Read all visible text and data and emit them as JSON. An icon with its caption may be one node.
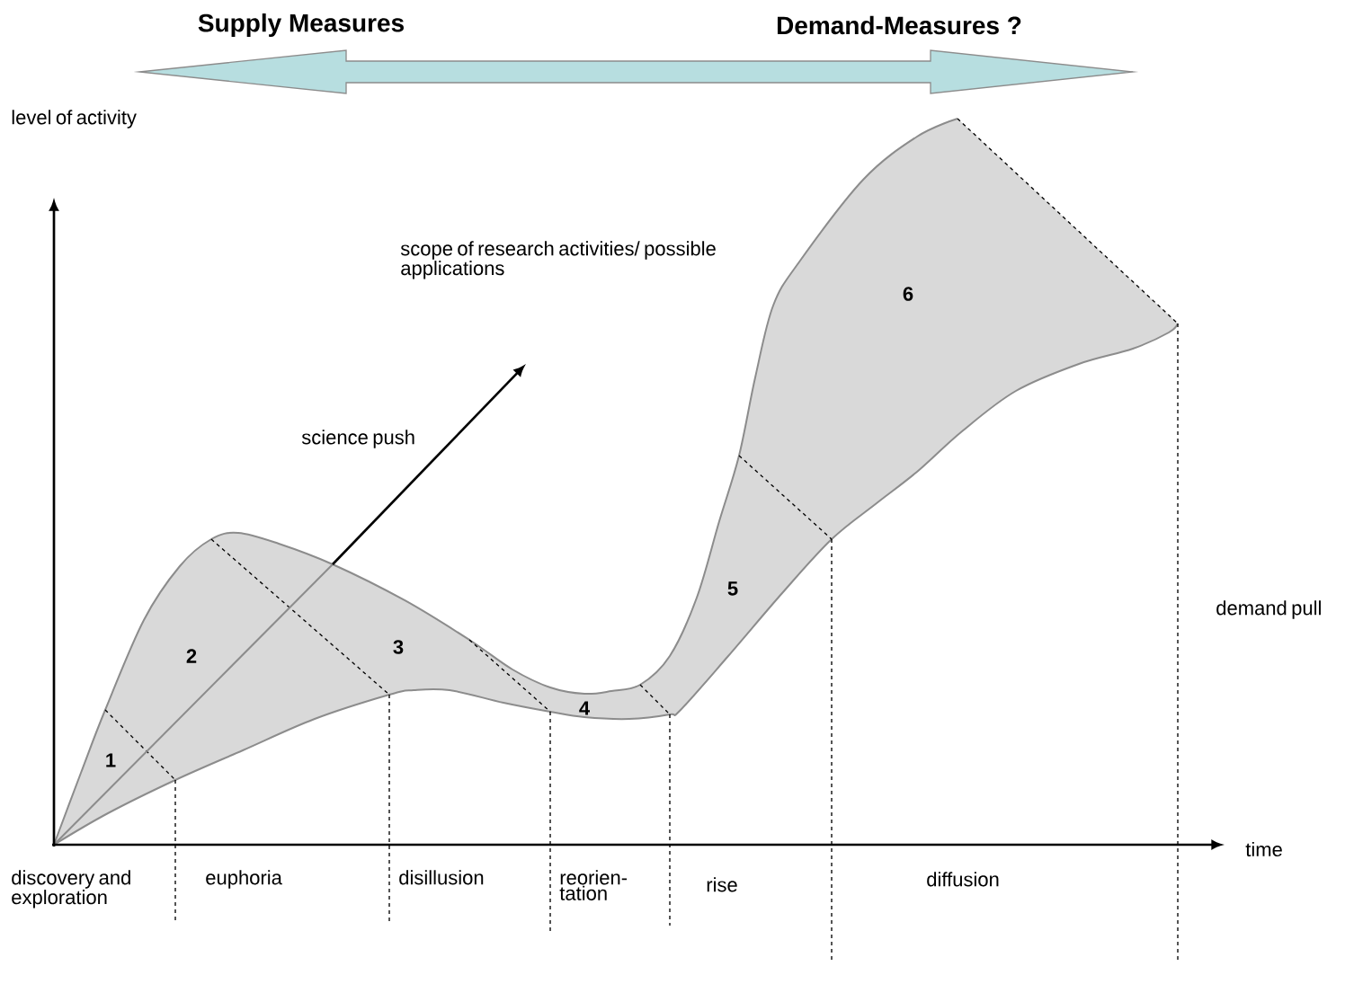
{
  "diagram": {
    "labels": [
      "Supply Measures",
      "Demand-Measures ?",
      "level of activity",
      "scope of research activities/ possible applications",
      "6",
      "science push",
      "5",
      "demand pull",
      "2",
      "3",
      "4",
      "1",
      "time",
      "discovery and exploration",
      "euphoria",
      "disillusion",
      "reorien-tation",
      "rise",
      "diffusion"
    ]
  }
}
